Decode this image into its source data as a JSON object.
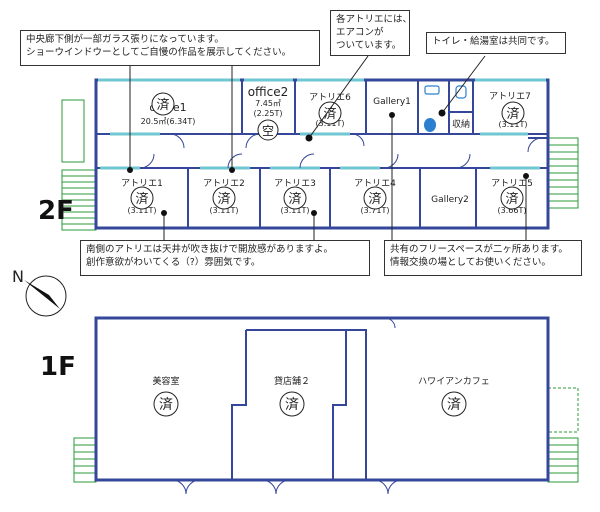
{
  "notes": {
    "corridor": [
      "中央廊下側が一部ガラス張りになっています。",
      "ショーウインドウーとしてご自慢の作品を展示してください。"
    ],
    "aircon": [
      "各アトリエには、",
      "エアコンが",
      "ついています。"
    ],
    "toilet": [
      "トイレ・給湯室は共同です。"
    ],
    "south": [
      "南側のアトリエは天井が吹き抜けで開放感がありますよ。",
      "創作意欲がわいてくる（?）雰囲気です。"
    ],
    "free_space": [
      "共有のフリースペースが二ヶ所あります。",
      "情報交換の場としてお使いください。"
    ]
  },
  "floors": {
    "second": "2F",
    "first": "1F"
  },
  "compass": {
    "label": "N"
  },
  "rooms_2f": {
    "office1": {
      "name": "office1",
      "area": "20.5㎡(6.34T)",
      "status": "済"
    },
    "office2": {
      "name": "office2",
      "area": "7.45㎡",
      "tatami": "(2.25T)",
      "status": "空"
    },
    "atelier6": {
      "name": "アトリエ6",
      "area": "(3.11T)",
      "status": "済"
    },
    "gallery1": {
      "name": "Gallery1"
    },
    "storage": {
      "name": "収納"
    },
    "atelier7": {
      "name": "アトリエ7",
      "area": "(3.11T)",
      "status": "済"
    },
    "atelier1": {
      "name": "アトリエ1",
      "area": "(3.11T)",
      "status": "済"
    },
    "atelier2": {
      "name": "アトリエ2",
      "area": "(3.11T)",
      "status": "済"
    },
    "atelier3": {
      "name": "アトリエ3",
      "area": "(3.11T)",
      "status": "済"
    },
    "atelier4": {
      "name": "アトリエ4",
      "area": "(3.71T)",
      "status": "済"
    },
    "gallery2": {
      "name": "Gallery2"
    },
    "atelier5": {
      "name": "アトリエ5",
      "area": "(3.66T)",
      "status": "済"
    }
  },
  "rooms_1f": {
    "salon": {
      "name": "美容室",
      "status": "済"
    },
    "shop2": {
      "name": "貸店舗２",
      "status": "済"
    },
    "cafe": {
      "name": "ハワイアンカフェ",
      "status": "済"
    }
  },
  "colors": {
    "wall": "#34479a",
    "glass": "#6fc7d2",
    "stairs": "#2a9a3a",
    "toilet": "#2b7fd0"
  }
}
